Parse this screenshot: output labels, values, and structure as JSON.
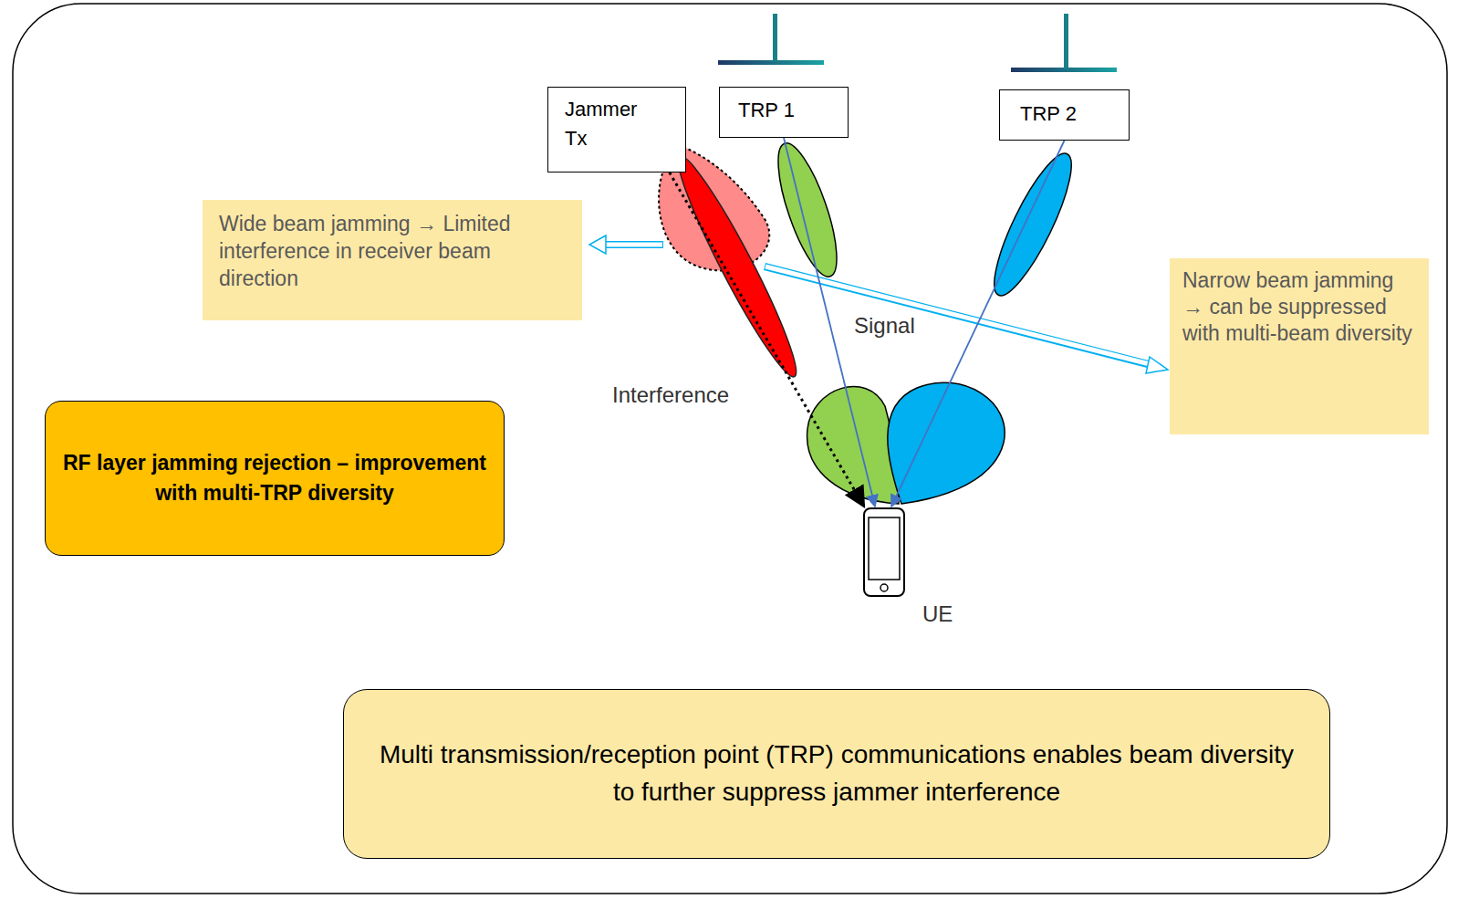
{
  "diagram": {
    "nodes": [
      {
        "text": [
          "Jammer Tx"
        ]
      },
      {
        "text": [
          "TRP 1"
        ]
      },
      {
        "text": [
          "TRP 2"
        ]
      },
      {
        "text": [
          "Wide beam jamming → Limited interference in receiver beam direction"
        ]
      },
      {
        "text": [
          "Narrow beam jamming → can be suppressed with multi-beam diversity"
        ]
      },
      {
        "text": [
          "RF layer jamming rejection – improvement with multi-TRP diversity"
        ]
      },
      {
        "text": [
          "UE"
        ]
      },
      {
        "text": [
          "Multi transmission/reception point (TRP) communications enables beam diversity to further suppress jammer interference"
        ]
      }
    ],
    "edges": [
      {
        "from": 1,
        "to": 6,
        "arrow": "to"
      },
      {
        "from": 2,
        "to": 6,
        "arrow": "to"
      },
      {
        "from": 0,
        "to": 6,
        "arrow": "to"
      }
    ],
    "labels": [
      "Signal",
      "Interference"
    ]
  }
}
